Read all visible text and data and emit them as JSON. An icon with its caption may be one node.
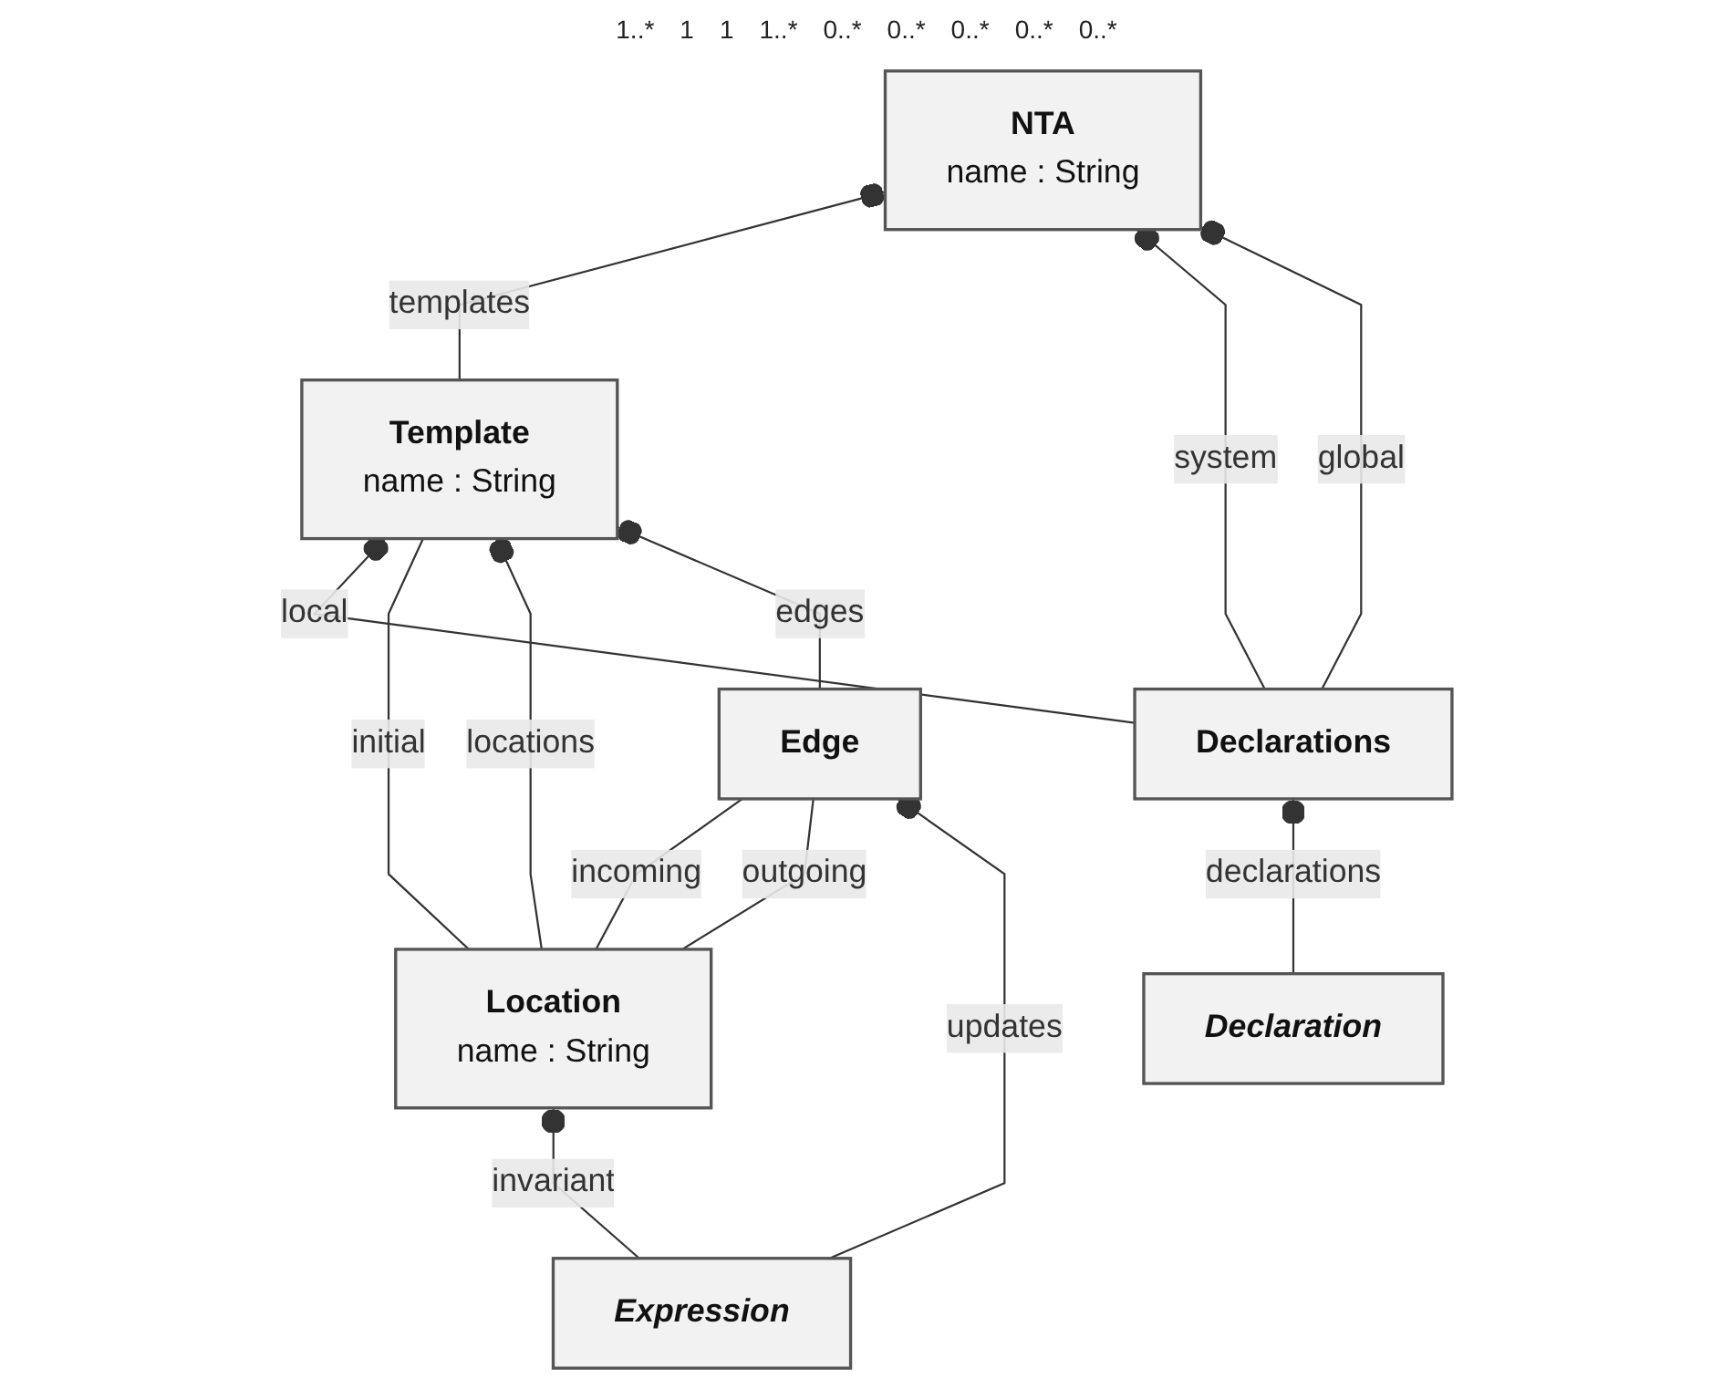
{
  "diagram": {
    "nodes": [
      {
        "text": [
          "NTA",
          "name : String"
        ]
      },
      {
        "text": [
          "Template",
          "name : String"
        ]
      },
      {
        "text": [
          "Declarations"
        ]
      },
      {
        "text": [
          "Location",
          "name : String"
        ]
      },
      {
        "text": [
          "Edge"
        ]
      },
      {
        "text": [
          "Declaration"
        ]
      },
      {
        "text": [
          "Expression"
        ]
      }
    ],
    "edges": [
      {
        "from": 1,
        "to": 0,
        "arrow": "other",
        "label": "templates"
      },
      {
        "from": 2,
        "to": 0,
        "arrow": "other",
        "label": "system"
      },
      {
        "from": 2,
        "to": 0,
        "arrow": "other",
        "label": "global"
      },
      {
        "from": 2,
        "to": 1,
        "arrow": "other",
        "label": "local"
      },
      {
        "from": 3,
        "to": 1,
        "arrow": "none",
        "label": "initial"
      },
      {
        "from": 3,
        "to": 1,
        "arrow": "other",
        "label": "locations"
      },
      {
        "from": 4,
        "to": 1,
        "arrow": "other",
        "label": "edges"
      },
      {
        "from": 5,
        "to": 2,
        "arrow": "other",
        "label": "declarations"
      },
      {
        "from": 3,
        "to": 4,
        "arrow": "none",
        "label": "incoming"
      },
      {
        "from": 3,
        "to": 4,
        "arrow": "none",
        "label": "outgoing"
      },
      {
        "from": 6,
        "to": 3,
        "arrow": "other",
        "label": "invariant"
      },
      {
        "from": 6,
        "to": 4,
        "arrow": "other",
        "label": "updates"
      }
    ],
    "labels": [
      "1..*",
      "1",
      "1",
      "1..*",
      "0..*",
      "0..*",
      "0..*",
      "0..*",
      "0..*"
    ]
  }
}
